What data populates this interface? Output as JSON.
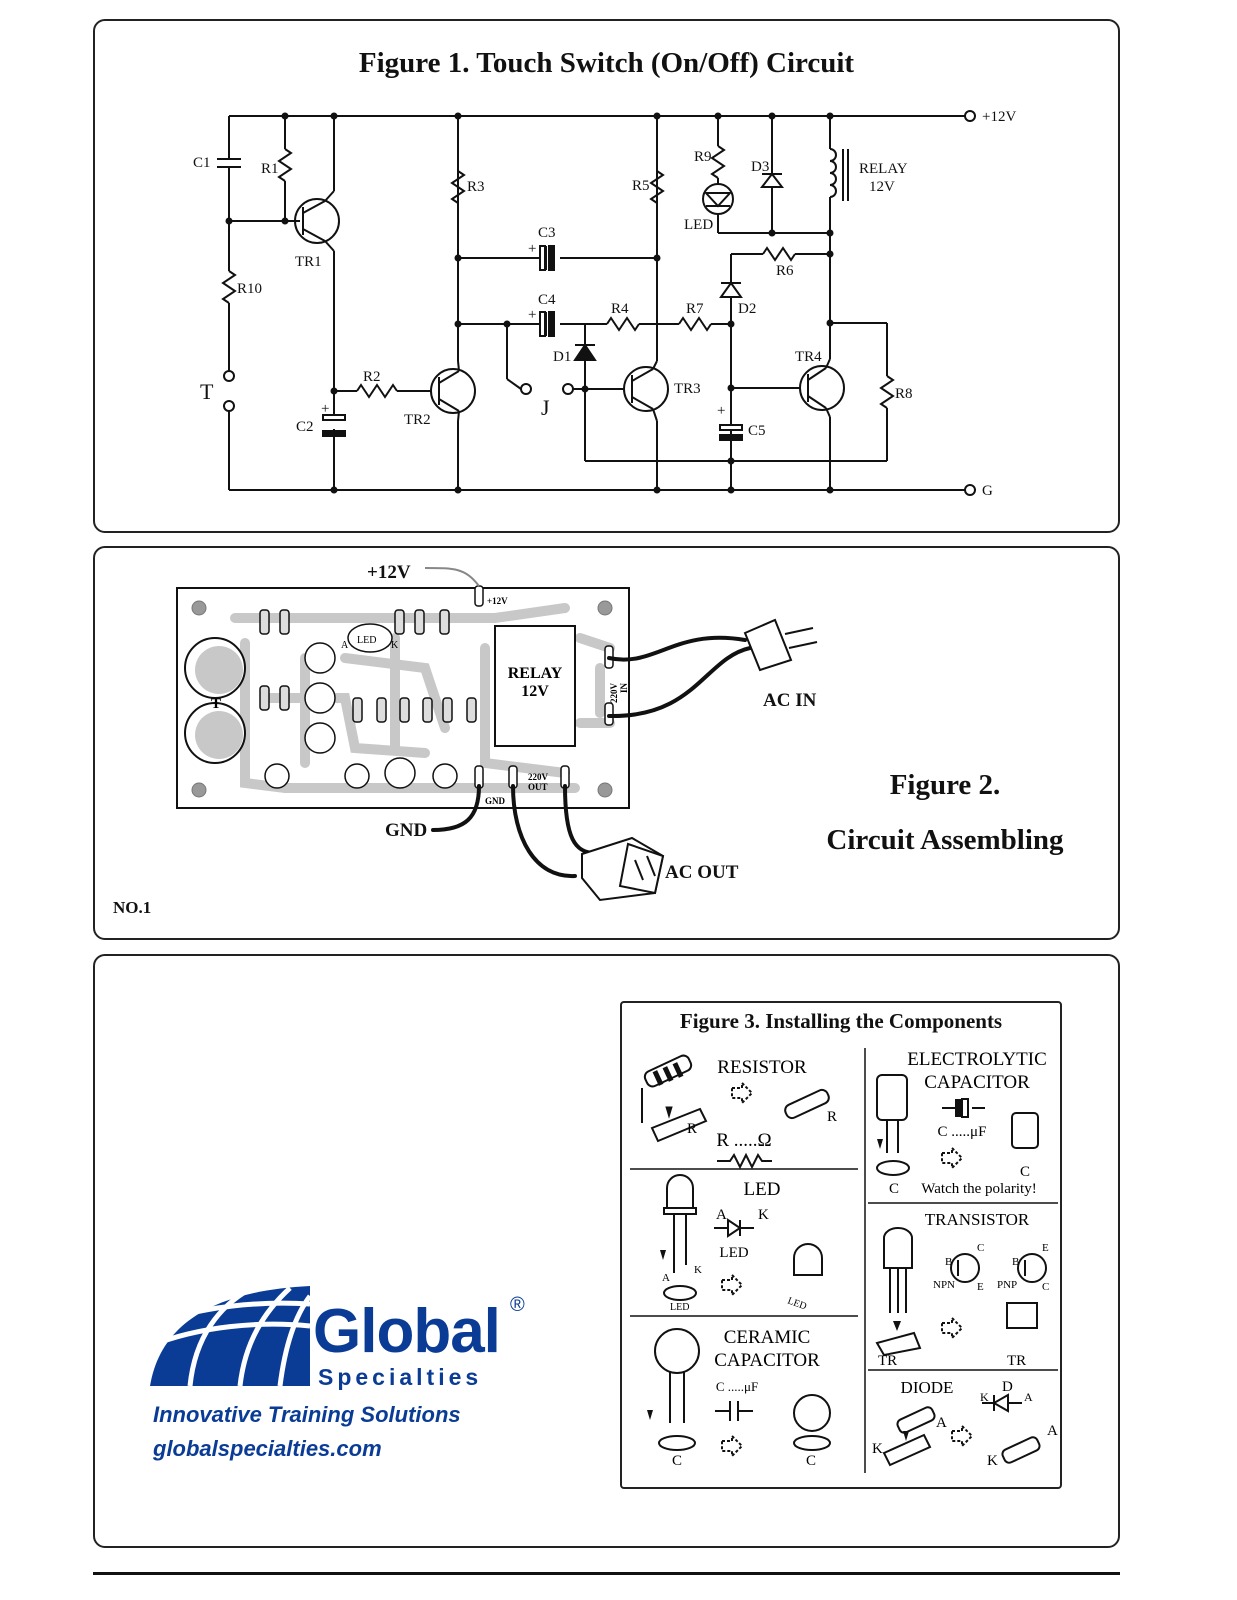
{
  "figure1": {
    "title": "Figure 1. Touch Switch (On/Off) Circuit",
    "labels": {
      "c1": "C1",
      "r1": "R1",
      "tr1": "TR1",
      "r10": "R10",
      "t": "T",
      "r2": "R2",
      "c2": "C2",
      "tr2": "TR2",
      "r3": "R3",
      "c3": "C3",
      "c4": "C4",
      "d1": "D1",
      "j": "J",
      "r4": "R4",
      "r5": "R5",
      "tr3": "TR3",
      "r7": "R7",
      "r9": "R9",
      "led": "LED",
      "d3": "D3",
      "d2": "D2",
      "r6": "R6",
      "relay": "RELAY",
      "relay_v": "12V",
      "tr4": "TR4",
      "r8": "R8",
      "c5": "C5",
      "vplus": "+12V",
      "g": "G",
      "plus": "+"
    }
  },
  "figure2": {
    "title_line1": "Figure 2.",
    "title_line2": "Circuit Assembling",
    "panel_no": "NO.1",
    "labels": {
      "vplus": "+12V",
      "board_vplus": "+12V",
      "relay": "RELAY",
      "relay_v": "12V",
      "in220": "220V",
      "in": "IN",
      "ac_in": "AC IN",
      "gnd": "GND",
      "board_gnd": "GND",
      "out220": "220V",
      "out": "OUT",
      "ac_out": "AC OUT",
      "led": "LED",
      "a": "A",
      "k": "K",
      "t": "T"
    }
  },
  "figure3": {
    "title": "Figure 3. Installing the Components",
    "resistor": {
      "title": "RESISTOR",
      "formula": "R .....Ω",
      "r": "R"
    },
    "electrolytic": {
      "title_line1": "ELECTROLYTIC",
      "title_line2": "CAPACITOR",
      "formula": "C .....μF",
      "c": "C",
      "note": "Watch the polarity!"
    },
    "led": {
      "title": "LED",
      "a": "A",
      "k": "K",
      "sub": "LED",
      "footprint": "LED"
    },
    "transistor": {
      "title": "TRANSISTOR",
      "npn": "NPN",
      "pnp": "PNP",
      "b": "B",
      "c": "C",
      "e": "E",
      "tr": "TR"
    },
    "ceramic": {
      "title_line1": "CERAMIC",
      "title_line2": "CAPACITOR",
      "formula": "C .....μF",
      "c": "C"
    },
    "diode": {
      "title": "DIODE",
      "d": "D",
      "k": "K",
      "a": "A"
    }
  },
  "logo": {
    "name": "Global",
    "reg": "®",
    "sub": "Specialties",
    "tagline": "Innovative Training Solutions",
    "url": "globalspecialties.com"
  },
  "colors": {
    "brand": "#0a3c96",
    "ink": "#111111",
    "pcb": "#c8c8c8"
  }
}
